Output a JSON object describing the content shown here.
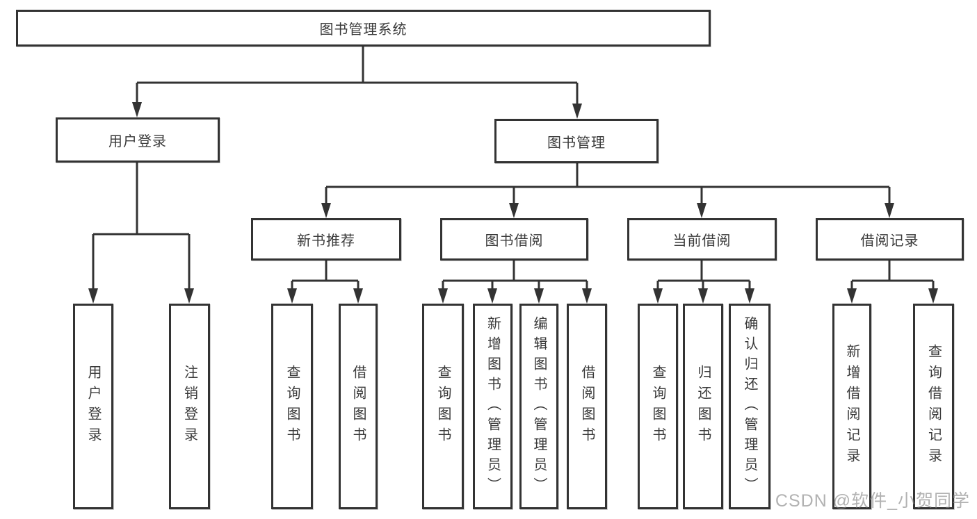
{
  "tree": {
    "label": "图书管理系统",
    "children": [
      {
        "label": "用户登录",
        "children": [
          {
            "label": "用户登录"
          },
          {
            "label": "注销登录"
          }
        ]
      },
      {
        "label": "图书管理",
        "children": [
          {
            "label": "新书推荐",
            "children": [
              {
                "label": "查询图书"
              },
              {
                "label": "借阅图书"
              }
            ]
          },
          {
            "label": "图书借阅",
            "children": [
              {
                "label": "查询图书"
              },
              {
                "label": "新增图书（管理员）"
              },
              {
                "label": "编辑图书（管理员）"
              },
              {
                "label": "借阅图书"
              }
            ]
          },
          {
            "label": "当前借阅",
            "children": [
              {
                "label": "查询图书"
              },
              {
                "label": "归还图书"
              },
              {
                "label": "确认归还（管理员）"
              }
            ]
          },
          {
            "label": "借阅记录",
            "children": [
              {
                "label": "新增借阅记录"
              },
              {
                "label": "查询借阅记录"
              }
            ]
          }
        ]
      }
    ]
  },
  "watermark": "CSDN @软件_小贺同学",
  "colors": {
    "line": "#333333",
    "node_border": "#333333",
    "text": "#3a3a3a",
    "watermark": "#8a8a8a",
    "background": "#ffffff"
  }
}
